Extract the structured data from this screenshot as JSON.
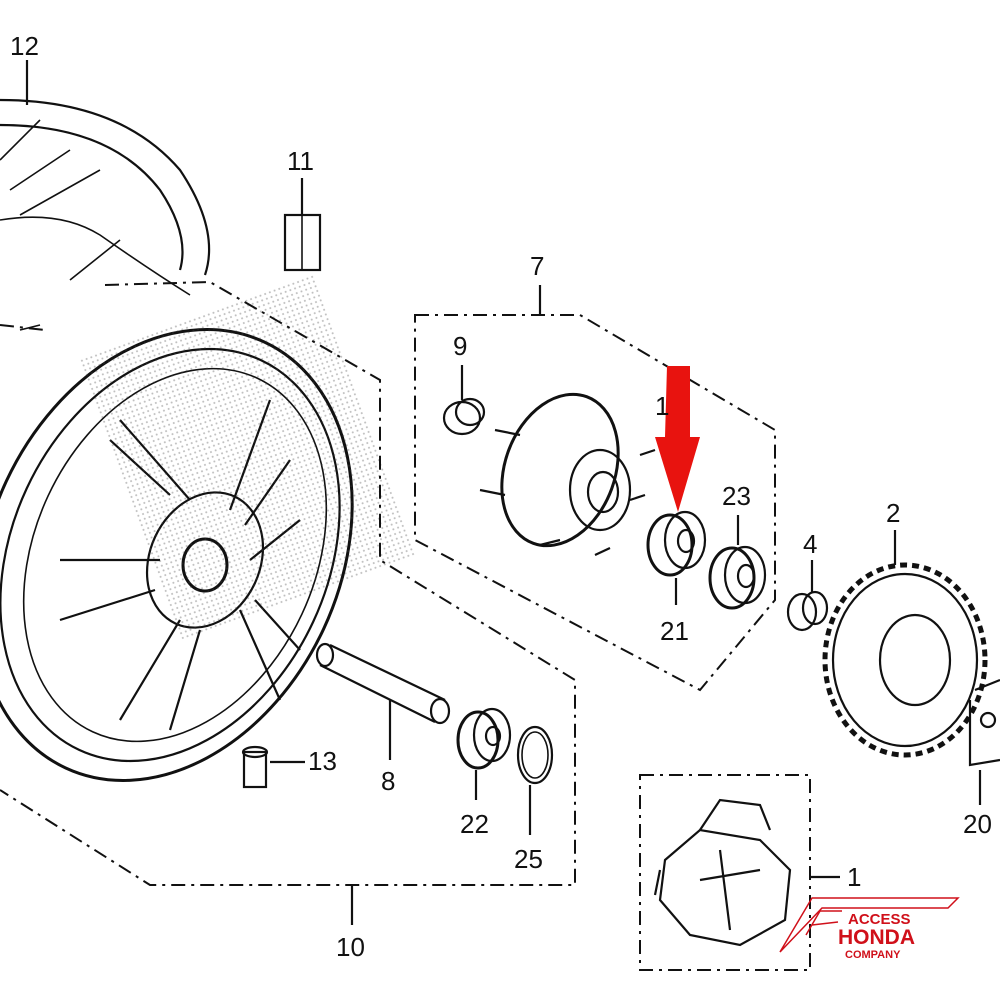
{
  "diagram": {
    "labels": {
      "tire": "12",
      "valve_cap": "11",
      "hub_assembly": "7",
      "collar_9": "9",
      "stud_partial": "1",
      "bearing_23": "23",
      "sprocket": "2",
      "collar_4": "4",
      "bearing_21": "21",
      "valve_stem": "13",
      "axle_spacer": "8",
      "bearing_22": "22",
      "oring": "25",
      "wheel": "10",
      "damper": "1",
      "bracket": "20"
    },
    "highlight_color": "#e8130f",
    "logo": {
      "line1": "ACCESS",
      "line2": "HONDA",
      "line3": "COMPANY",
      "color": "#d0101a"
    }
  }
}
